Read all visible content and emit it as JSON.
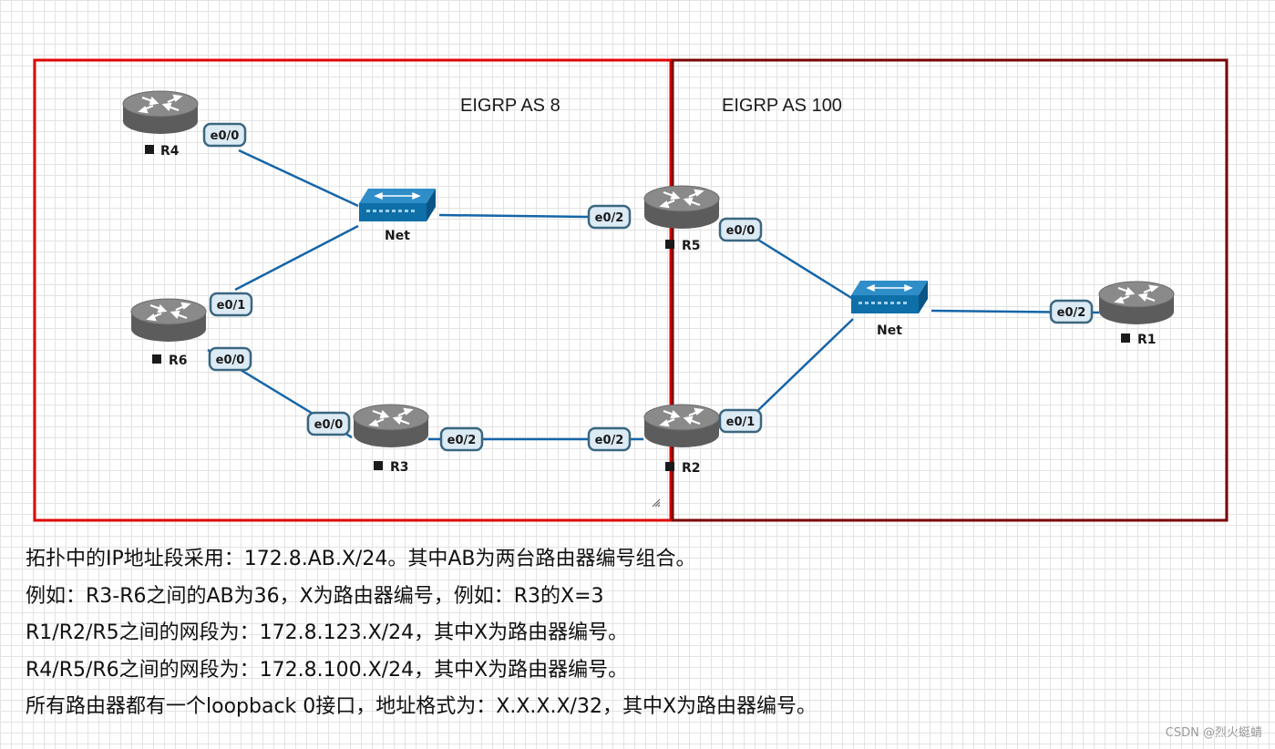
{
  "zones": [
    {
      "id": "as8",
      "label": "EIGRP AS 8",
      "border_color": "#e00000"
    },
    {
      "id": "as100",
      "label": "EIGRP AS 100",
      "border_color": "#7a0000"
    }
  ],
  "nodes": {
    "R4": {
      "label": "R4",
      "type": "router"
    },
    "R6": {
      "label": "R6",
      "type": "router"
    },
    "R3": {
      "label": "R3",
      "type": "router"
    },
    "R5": {
      "label": "R5",
      "type": "router"
    },
    "R2": {
      "label": "R2",
      "type": "router"
    },
    "R1": {
      "label": "R1",
      "type": "router"
    },
    "NetA": {
      "label": "Net",
      "type": "switch"
    },
    "NetB": {
      "label": "Net",
      "type": "switch"
    }
  },
  "links": [
    {
      "from": "R4",
      "to": "NetA",
      "iface": "e0/0"
    },
    {
      "from": "R6",
      "to": "NetA",
      "iface": "e0/1"
    },
    {
      "from": "NetA",
      "to": "R5",
      "iface": "e0/2"
    },
    {
      "from": "R6",
      "to": "R3",
      "iface_a": "e0/0",
      "iface_b": "e0/0"
    },
    {
      "from": "R3",
      "to": "R2",
      "iface_a": "e0/2",
      "iface_b": "e0/2"
    },
    {
      "from": "R5",
      "to": "NetB",
      "iface": "e0/0"
    },
    {
      "from": "R2",
      "to": "NetB",
      "iface": "e0/1"
    },
    {
      "from": "NetB",
      "to": "R1",
      "iface": "e0/2"
    }
  ],
  "colors": {
    "link": "#1565a8",
    "router_body": "#6e6e6e",
    "switch_body": "#0f6fa8",
    "iface_border": "#3a6680"
  },
  "notes": [
    "拓扑中的IP地址段采用：172.8.AB.X/24。其中AB为两台路由器编号组合。",
    "例如：R3-R6之间的AB为36，X为路由器编号，例如：R3的X=3",
    "R1/R2/R5之间的网段为：172.8.123.X/24，其中X为路由器编号。",
    "R4/R5/R6之间的网段为：172.8.100.X/24，其中X为路由器编号。",
    "所有路由器都有一个loopback 0接口，地址格式为：X.X.X.X/32，其中X为路由器编号。"
  ],
  "watermark": "CSDN @烈火蜓蜻"
}
